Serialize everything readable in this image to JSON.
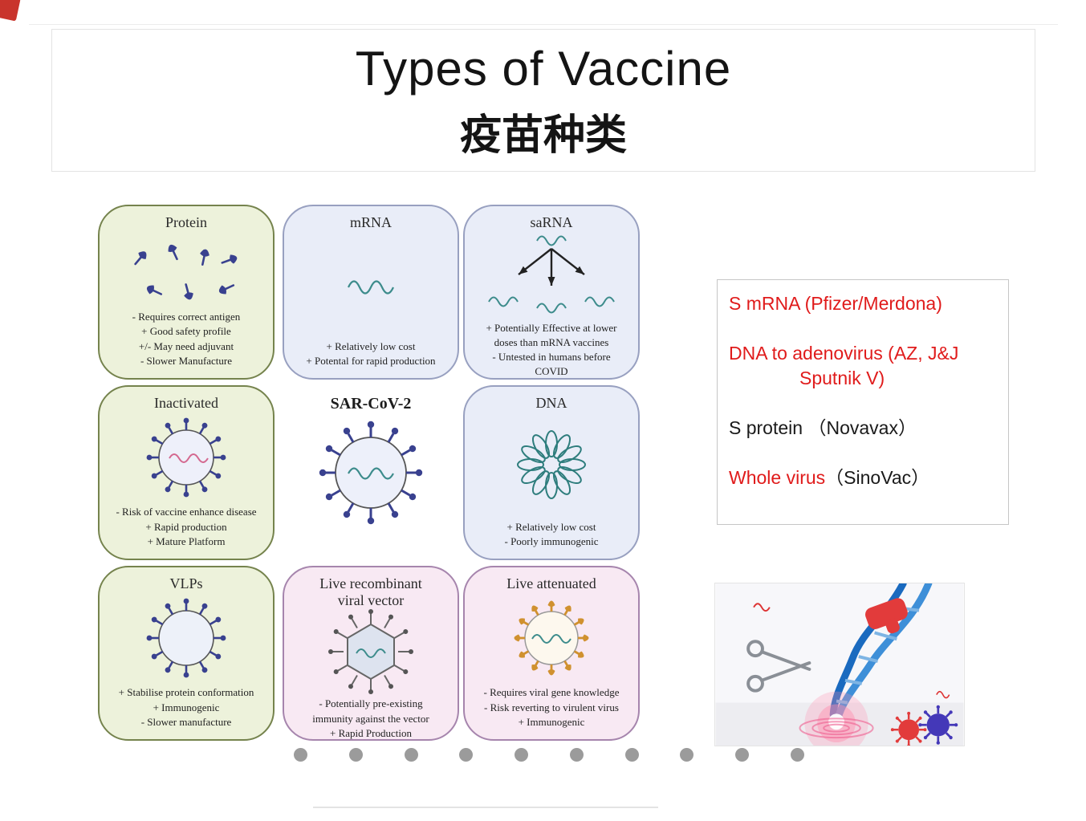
{
  "slide": {
    "title": "Types of Vaccine",
    "subtitle": "疫苗种类"
  },
  "center": {
    "label": "SAR-CoV-2"
  },
  "cards": [
    {
      "label": "Protein",
      "lines": [
        "- Requires correct antigen",
        "+ Good safety profile",
        "+/- May need adjuvant",
        "- Slower Manufacture"
      ]
    },
    {
      "label": "mRNA",
      "lines": [
        "+ Relatively low cost",
        "+ Potental for rapid production"
      ]
    },
    {
      "label": "saRNA",
      "lines": [
        "+ Potentially Effective at lower",
        "doses than mRNA vaccines",
        "- Untested in humans before",
        "COVID"
      ]
    },
    {
      "label": "Inactivated",
      "lines": [
        "- Risk of vaccine enhance disease",
        "+ Rapid production",
        "+ Mature Platform"
      ]
    },
    {
      "label": "DNA",
      "lines": [
        "+ Relatively low cost",
        "- Poorly immunogenic"
      ]
    },
    {
      "label": "VLPs",
      "lines": [
        "+ Stabilise protein conformation",
        "+ Immunogenic",
        "- Slower manufacture"
      ]
    },
    {
      "label": "Live recombinant\nviral vector",
      "lines": [
        "- Potentially pre-existing",
        "immunity against the vector",
        "+ Rapid Production"
      ]
    },
    {
      "label": "Live attenuated",
      "lines": [
        "- Requires viral gene knowledge",
        "- Risk reverting to virulent virus",
        "+ Immunogenic"
      ]
    }
  ],
  "panel": {
    "line1": "S mRNA (Pfizer/Merdona)",
    "line2a": "DNA to adenovirus (AZ, J&J",
    "line2b": "Sputnik V)",
    "line3a": "S protein",
    "line3b": "（Novavax）",
    "line4a": "Whole virus",
    "line4b": "（SinoVac）"
  },
  "colors": {
    "red_text": "#e01b1b",
    "card_green_bg": "#edf2db",
    "card_blue_bg": "#e9edf8",
    "card_pink_bg": "#f8e9f3"
  }
}
